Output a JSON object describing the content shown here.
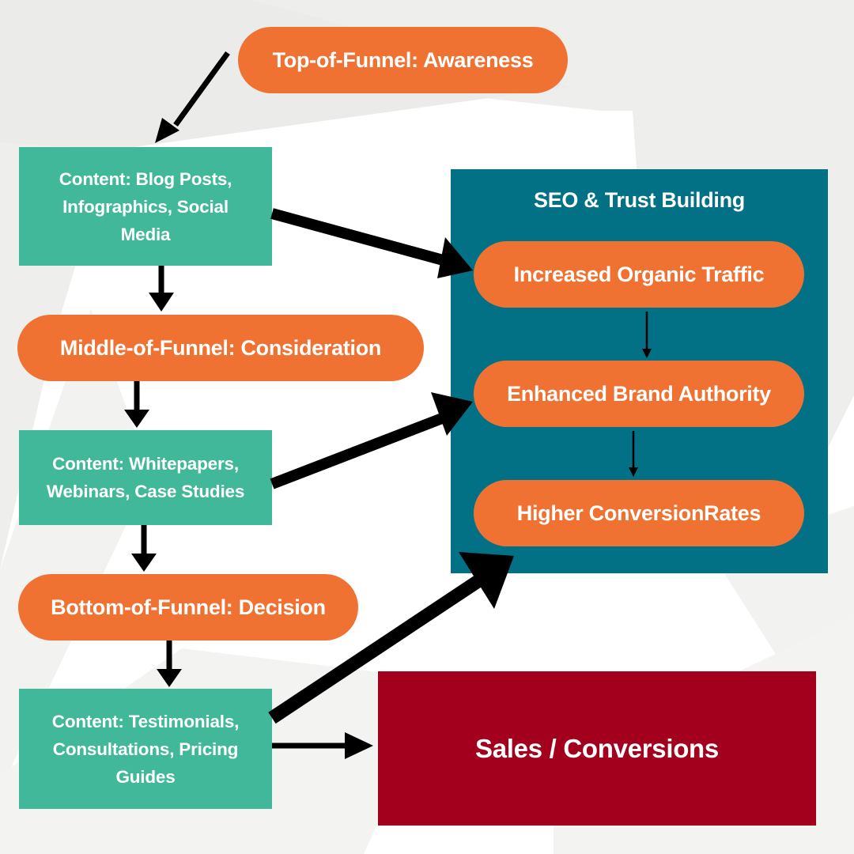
{
  "colors": {
    "stage_pill": "#f07233",
    "content_box": "#41b899",
    "seo_group": "#027186",
    "sales_box": "#a2001d",
    "arrow": "#000000",
    "background_shape": "#eeeeec"
  },
  "stages": {
    "top": "Top-of-Funnel: Awareness",
    "middle": "Middle-of-Funnel: Consideration",
    "bottom": "Bottom-of-Funnel: Decision"
  },
  "content": {
    "top": [
      "Content: Blog Posts,",
      "Infographics, Social",
      "Media"
    ],
    "middle": [
      "Content: Whitepapers,",
      "Webinars, Case Studies"
    ],
    "bottom": [
      "Content: Testimonials,",
      "Consultations, Pricing",
      "Guides"
    ]
  },
  "seo_group": {
    "title": "SEO & Trust Building",
    "items": [
      "Increased Organic Traffic",
      "Enhanced Brand Authority",
      "Higher ConversionRates"
    ]
  },
  "sales": {
    "label": "Sales / Conversions"
  },
  "edges": [
    {
      "from": "stage-top",
      "to": "content-top"
    },
    {
      "from": "content-top",
      "to": "stage-middle"
    },
    {
      "from": "stage-middle",
      "to": "content-middle"
    },
    {
      "from": "content-middle",
      "to": "stage-bottom"
    },
    {
      "from": "stage-bottom",
      "to": "content-bottom"
    },
    {
      "from": "content-top",
      "to": "seo-organic-traffic"
    },
    {
      "from": "content-middle",
      "to": "seo-brand-authority"
    },
    {
      "from": "content-bottom",
      "to": "seo-group"
    },
    {
      "from": "content-bottom",
      "to": "sales-conversions"
    },
    {
      "from": "seo-organic-traffic",
      "to": "seo-brand-authority"
    },
    {
      "from": "seo-brand-authority",
      "to": "seo-conversion-rates"
    }
  ]
}
